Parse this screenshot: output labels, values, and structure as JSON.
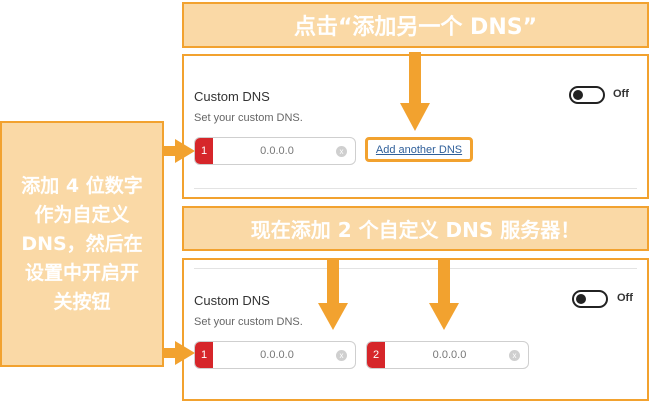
{
  "callouts": {
    "top": "点击“添加另一个 DNS”",
    "middle": "现在添加 2 个自定义 DNS 服务器！",
    "left_lines": [
      "添加 4 位数字",
      "作为自定义",
      "DNS，然后在",
      "设置中开启开",
      "关按钮"
    ]
  },
  "panel_top": {
    "title": "Custom DNS",
    "subtitle": "Set your custom DNS.",
    "toggle_label": "Off",
    "field": {
      "index": "1",
      "value": "0.0.0.0",
      "clear": "x"
    },
    "add_another_dns": "Add another DNS"
  },
  "panel_bottom": {
    "title": "Custom DNS",
    "subtitle": "Set your custom DNS.",
    "toggle_label": "Off",
    "fields": [
      {
        "index": "1",
        "value": "0.0.0.0",
        "clear": "x"
      },
      {
        "index": "2",
        "value": "0.0.0.0",
        "clear": "x"
      }
    ]
  },
  "colors": {
    "accent_orange": "#f2a22f",
    "callout_fill": "#fad9a6",
    "index_red": "#d6262a",
    "link_blue": "#2f5f9a"
  }
}
